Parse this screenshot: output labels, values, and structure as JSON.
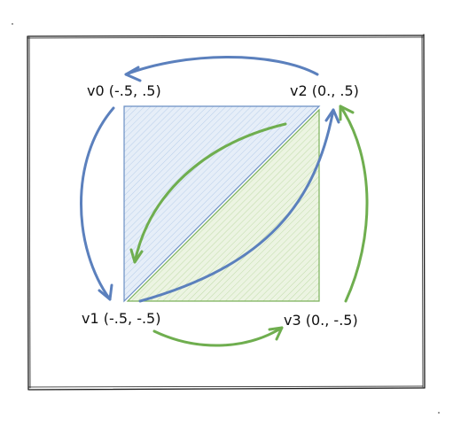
{
  "colors": {
    "background": "#ffffff",
    "frame": "#1a1a1a",
    "triangle_blue_fill": "#dbe7f5",
    "triangle_blue_hatch": "#a9c4e6",
    "triangle_blue_stroke": "#6b8fc4",
    "triangle_green_fill": "#e4efd6",
    "triangle_green_hatch": "#b5d69a",
    "triangle_green_stroke": "#7ab05a",
    "arrow_blue": "#5b80bd",
    "arrow_green": "#6fae4f"
  },
  "vertices": {
    "v0": "v0 (-.5, .5)",
    "v1": "v1 (-.5, -.5)",
    "v2": "v2 (0., .5)",
    "v3": "v3 (0., -.5)"
  },
  "triangles": [
    {
      "name": "triangle-v0-v1-v2",
      "vertices": [
        "v0",
        "v1",
        "v2"
      ],
      "color": "blue"
    },
    {
      "name": "triangle-v1-v3-v2",
      "vertices": [
        "v1",
        "v3",
        "v2"
      ],
      "color": "green"
    }
  ],
  "arrows": [
    {
      "name": "arrow-v2-to-v0",
      "from": "v2",
      "to": "v0",
      "color": "blue"
    },
    {
      "name": "arrow-v0-to-v1",
      "from": "v0",
      "to": "v1",
      "color": "blue"
    },
    {
      "name": "arrow-v1-to-v2",
      "from": "v1",
      "to": "v2",
      "color": "blue"
    },
    {
      "name": "arrow-v2-to-v1",
      "from": "v2",
      "to": "v1",
      "color": "green"
    },
    {
      "name": "arrow-v1-to-v3",
      "from": "v1",
      "to": "v3",
      "color": "green"
    },
    {
      "name": "arrow-v3-to-v2",
      "from": "v3",
      "to": "v2",
      "color": "green"
    }
  ]
}
